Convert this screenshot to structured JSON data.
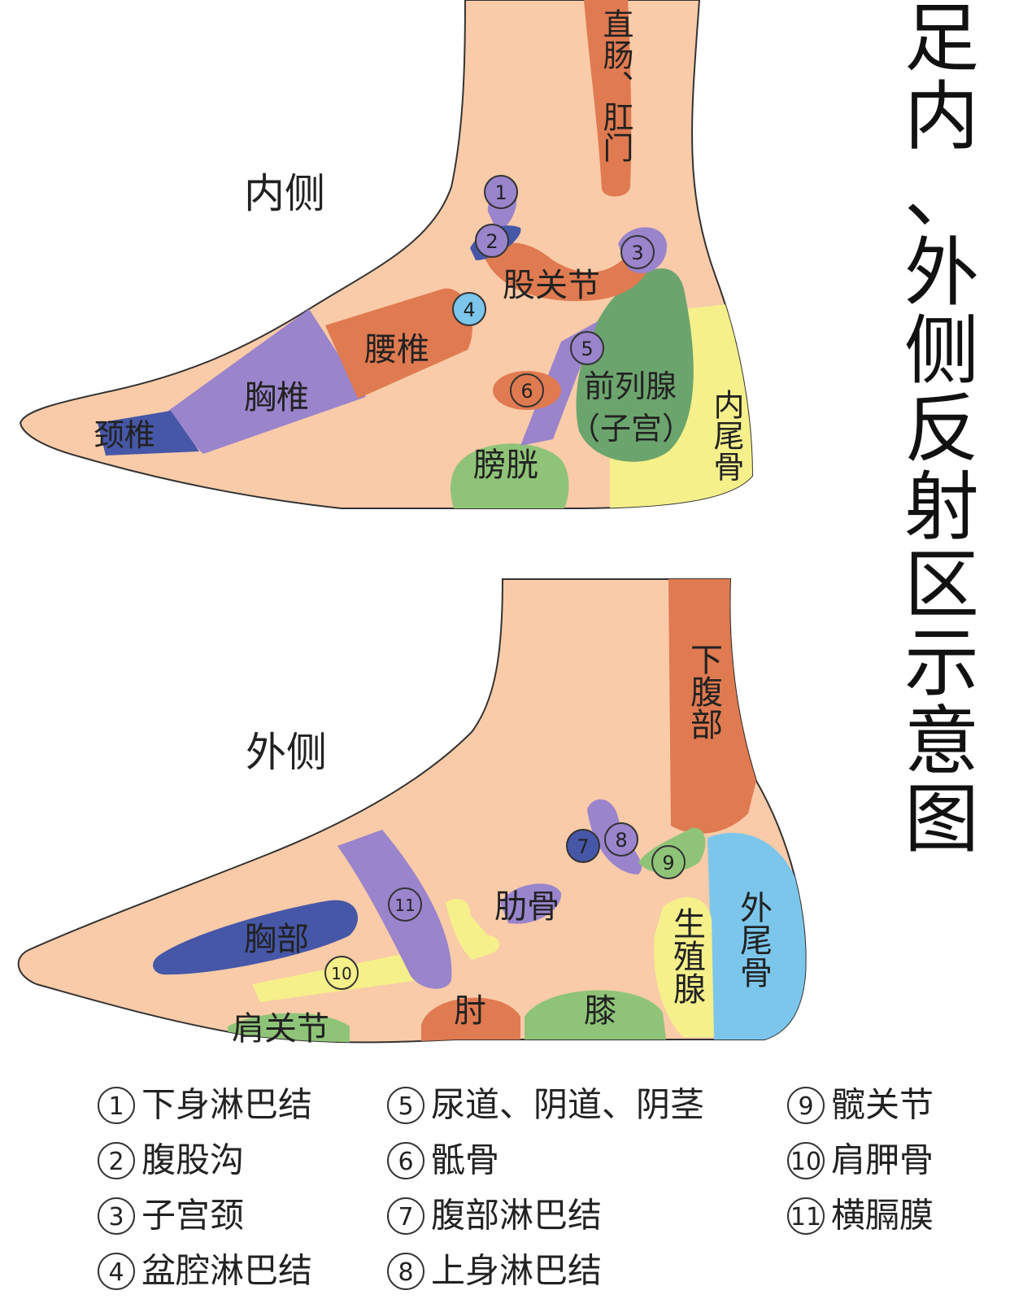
{
  "title": "足内、外侧反射区示意图",
  "colors": {
    "skin": "#f9cba8",
    "orange": "#e07a50",
    "purple": "#9a84cc",
    "blue": "#4657a8",
    "light_blue": "#7cc6ec",
    "green": "#8fc478",
    "dark_green": "#6ca46e",
    "yellow": "#f5f08a",
    "outline": "#333333"
  },
  "inner": {
    "heading": "内侧",
    "labels": {
      "rectum": "直肠、肛门",
      "hip": "股关节",
      "lumbar": "腰椎",
      "thoracic": "胸椎",
      "cervical": "颈椎",
      "prostate_1": "前列腺",
      "prostate_2": "（子宫）",
      "coccyx": "内尾骨",
      "bladder": "膀胱"
    },
    "markers": [
      "1",
      "2",
      "3",
      "4",
      "5",
      "6"
    ]
  },
  "outer": {
    "heading": "外侧",
    "labels": {
      "lower_abdomen": "下腹部",
      "rib": "肋骨",
      "chest": "胸部",
      "shoulder": "肩关节",
      "elbow": "肘",
      "knee": "膝",
      "gonad": "生殖腺",
      "coccyx": "外尾骨"
    },
    "markers": [
      "7",
      "8",
      "9",
      "10",
      "11"
    ]
  },
  "legend": {
    "col1": [
      {
        "num": "1",
        "label": "下身淋巴结"
      },
      {
        "num": "2",
        "label": "腹股沟"
      },
      {
        "num": "3",
        "label": "子宫颈"
      },
      {
        "num": "4",
        "label": "盆腔淋巴结"
      }
    ],
    "col2": [
      {
        "num": "5",
        "label": "尿道、阴道、阴茎"
      },
      {
        "num": "6",
        "label": "骶骨"
      },
      {
        "num": "7",
        "label": "腹部淋巴结"
      },
      {
        "num": "8",
        "label": "上身淋巴结"
      }
    ],
    "col3": [
      {
        "num": "9",
        "label": "髋关节"
      },
      {
        "num": "10",
        "label": "肩胛骨"
      },
      {
        "num": "11",
        "label": "横膈膜"
      }
    ]
  }
}
